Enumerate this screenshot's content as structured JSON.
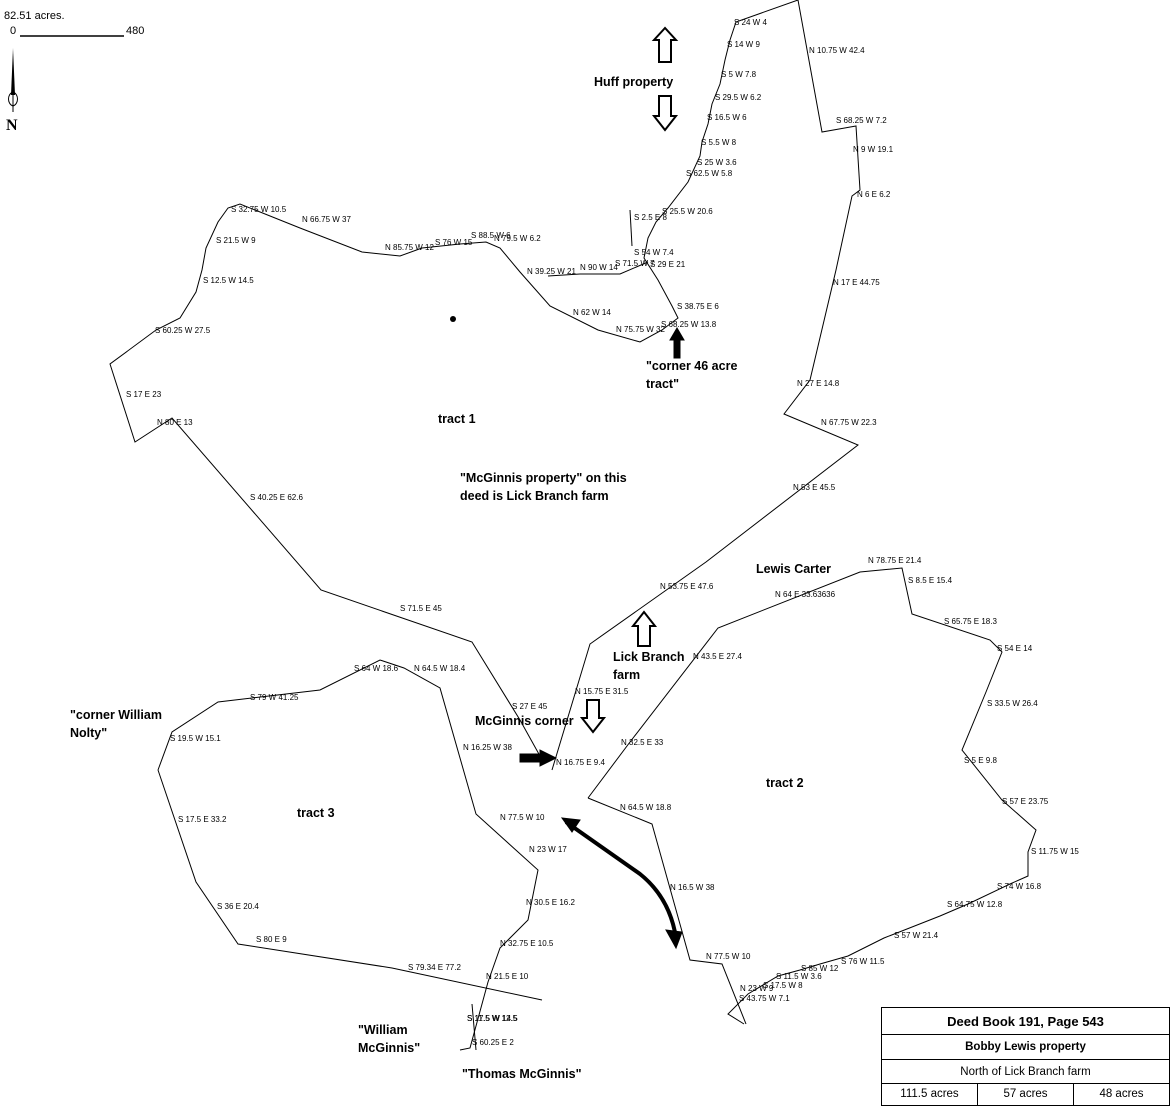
{
  "scale": {
    "area": "82.51 acres.",
    "start": "0",
    "end": "480"
  },
  "north": "N",
  "calls": [
    "S 24 W 4",
    "S 14 W 9",
    "S 5 W 7.8",
    "S 29.5 W 6.2",
    "S 16.5 W 6",
    "S 5.5 W 8",
    "S 25 W 3.6",
    "S 62.5 W 5.8",
    "S 25.5 W 20.6",
    "S 2.5 E 8",
    "S 54 W 7.4",
    "S 71.5 W 7",
    "S 29 E 21",
    "S 38.75 E 6",
    "S 68.25 W 13.8",
    "N 75.75 W 32",
    "N 62 W 14",
    "N 90 W 14",
    "N 39.25 W 21",
    "N 79.5 W 6.2",
    "S 88.5 W 6",
    "S 76 W 15",
    "N 85.75 W 12",
    "N 66.75 W 37",
    "S 32.75 W 10.5",
    "S 21.5 W 9",
    "S 12.5 W 14.5",
    "S 60.25 W 27.5",
    "S 17 E 23",
    "N 80 E 13",
    "S 40.25 E 62.6",
    "S 71.5 E 45",
    "S 27 E 45",
    "N 10.75 W 42.4",
    "S 68.25 W 7.2",
    "N 9 W 19.1",
    "N 6 E 6.2",
    "N 17 E 44.75",
    "N 27 E 14.8",
    "N 67.75 W 22.3",
    "N 53 E 45.5",
    "N 53.75 E 47.6",
    "N 15.75 E 31.5",
    "N 16.75 E 9.4",
    "N 78.75 E 21.4",
    "N 64 E 33.63636",
    "N 43.5 E 27.4",
    "S 8.5 E 15.4",
    "S 65.75 E 18.3",
    "S 54 E 14",
    "S 33.5 W 26.4",
    "S 5 E 9.8",
    "S 57 E 23.75",
    "S 11.75 W 15",
    "S 74 W 16.8",
    "S 64.75 W 12.8",
    "S 57 W 21.4",
    "S 76 W 11.5",
    "S 85 W 12",
    "S 11.5 W 3.6",
    "S 17.5 W 8",
    "S 43.75 W 7.1",
    "N 23 W 9",
    "N 77.5 W 10",
    "N 16.5 W 38",
    "N 64.5 W 18.8",
    "N 32.5 E 33",
    "S 64 W 18.6",
    "N 64.5 W 18.4",
    "S 79 W 41.25",
    "S 19.5 W 15.1",
    "S 17.5 E 33.2",
    "S 36 E 20.4",
    "S 80 E 9",
    "S 79.34 E 77.2",
    "N 16.25 W 38",
    "N 77.5 W 10",
    "N 23 W 17",
    "N 30.5 E 16.2",
    "N 32.75 E 10.5",
    "N 21.5 E 10",
    "S 11.5 W 12.5",
    "S 17.5 W 14.5",
    "S 60.25 E 2"
  ],
  "annotations": {
    "huff": "Huff property",
    "corner46_l1": "\"corner 46 acre",
    "corner46_l2": "tract\"",
    "tract1": "tract 1",
    "mcg_prop_l1": "\"McGinnis property\" on this",
    "mcg_prop_l2": "deed is Lick Branch farm",
    "lewis_carter": "Lewis Carter",
    "lick_l1": "Lick Branch",
    "lick_l2": "farm",
    "mcg_corner": "McGinnis corner",
    "nolty_l1": "\"corner William",
    "nolty_l2": "Nolty\"",
    "tract3": "tract 3",
    "tract2": "tract 2",
    "wm_l1": "\"William",
    "wm_l2": "McGinnis\"",
    "thomas": "\"Thomas McGinnis\""
  },
  "legend": {
    "title": "Deed Book 191, Page 543",
    "owner": "Bobby Lewis property",
    "location": "North of Lick Branch farm",
    "acres": [
      "111.5 acres",
      "57 acres",
      "48 acres"
    ]
  }
}
